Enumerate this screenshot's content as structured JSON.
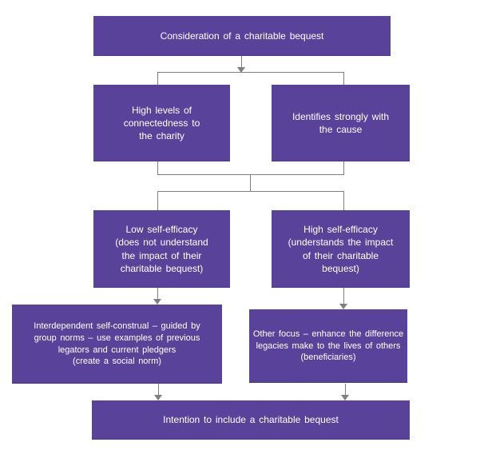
{
  "colors": {
    "box": "#59429A",
    "line": "#7f7f7f",
    "text": "#ffffff",
    "background": "#ffffff"
  },
  "nodes": {
    "consideration": "Consideration of a charitable bequest",
    "connectedness": "High levels of\nconnectedness to\nthe charity",
    "identification": "Identifies strongly with\nthe cause",
    "low_efficacy": "Low self-efficacy\n(does not understand\nthe impact of their\ncharitable bequest)",
    "high_efficacy": "High self-efficacy\n(understands the impact\nof their charitable\nbequest)",
    "interdependent": "Interdependent self-construal – guided by\ngroup norms – use examples of previous\nlegators and current pledgers\n(create a social norm)",
    "other_focus": "Other focus – enhance the difference\nlegacies make to the lives of others\n(beneficiaries)",
    "intention": "Intention to include a charitable bequest"
  }
}
